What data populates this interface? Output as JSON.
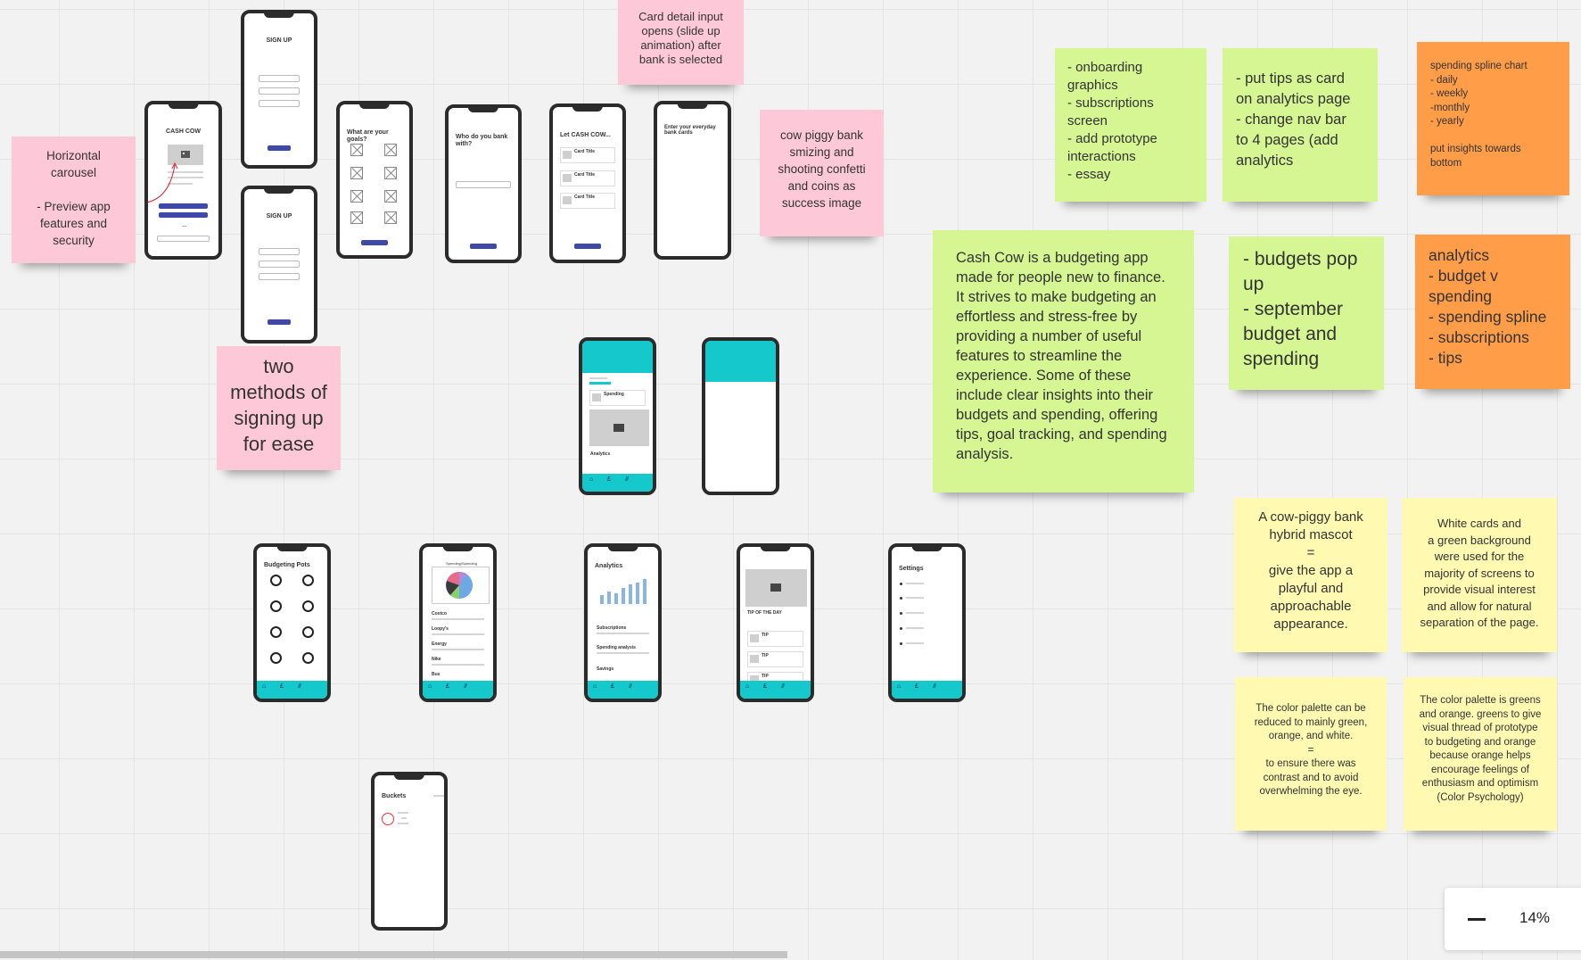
{
  "notes": {
    "card_detail": "Card detail input\nopens (slide up\nanimation) after\nbank is selected",
    "horizontal_carousel": "Horizontal\ncarousel\n\n- Preview app\nfeatures and\nsecurity",
    "two_methods": "two\nmethods of\nsigning up\nfor ease",
    "piggy_bank": "cow piggy bank\nsmizing and\nshooting confetti\nand coins as\nsuccess image",
    "onboarding": "- onboarding\ngraphics\n- subscriptions\nscreen\n- add prototype\ninteractions\n- essay",
    "tips_card": "- put tips as card\non analytics page\n- change nav bar\nto 4 pages (add\nanalytics",
    "spending_spline": "spending spline chart\n- daily\n- weekly\n-monthly\n- yearly\n\nput insights towards\nbottom",
    "description": "Cash Cow is a budgeting app made for people new to finance. It strives to make budgeting an effortless and stress-free by providing a number of useful features to streamline the experience. Some of these include clear insights into their budgets and spending, offering tips, goal tracking, and spending analysis.",
    "budgets_popup": "- budgets pop\nup\n- september\nbudget and\nspending",
    "analytics": "analytics\n- budget v\nspending\n- spending spline\n- subscriptions\n- tips",
    "mascot": "A cow-piggy bank\nhybrid mascot\n=\ngive the app a\nplayful and\napproachable\nappearance.",
    "white_cards": "White cards and\na green background\nwere used for the\nmajority of screens to\nprovide visual interest\nand allow for natural\nseparation of the page.",
    "palette_reduce": "The color palette can be\nreduced to mainly green,\norange, and white.\n=\nto ensure there was\ncontrast and to avoid\noverwhelming the eye.",
    "palette_greens": "The color palette is greens\nand orange. greens to give\nvisual thread of prototype\nto budgeting and orange\nbecause orange helps\nencourage feelings of\nenthusiasm and optimism\n(Color Psychology)"
  },
  "screens": {
    "signup": "SIGN UP",
    "cashcow": "CASH COW",
    "goals": "What are your goals?",
    "bank": "Who do you bank with?",
    "let_cashcow": "Let CASH COW...",
    "everyday_cards": "Enter your everyday\nbank cards",
    "card_title": "Card Title",
    "spending": "Spending",
    "analytics": "Analytics",
    "budgeting_pots": "Budgeting Pots",
    "analytics_title": "Analytics",
    "subscriptions": "Subscriptions",
    "spending_analysis": "Spending analysis",
    "savings": "Savings",
    "tip_of_day": "TIP OF THE DAY",
    "tip": "TIP",
    "settings": "Settings",
    "buckets": "Buckets",
    "costco": "Costco",
    "loopys": "Loopy's",
    "energy": "Energy",
    "nike": "Nike",
    "bus": "Bus",
    "spending_label": "Spending/Spending"
  },
  "zoom": {
    "level": "14%"
  },
  "colors": {
    "pink": "#fdc9d9",
    "green": "#d5f692",
    "orange": "#ff9d48",
    "yellow": "#fff9b1",
    "cyan": "#14c8cc",
    "button_blue": "#3f4aa8"
  },
  "icons": {
    "zoom_out": "minus-icon",
    "image_placeholder": "image-icon",
    "home": "home-icon",
    "pound": "pound-icon",
    "chart": "chart-icon"
  }
}
